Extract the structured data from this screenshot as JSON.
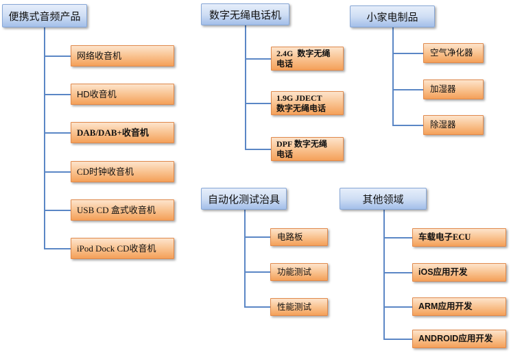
{
  "groups": [
    {
      "title": "便携式音频产品",
      "items": [
        "网络收音机",
        "HD收音机",
        "DAB/DAB+收音机",
        "CD时钟收音机",
        "USB CD 盒式收音机",
        "iPod Dock CD收音机"
      ]
    },
    {
      "title": "数字无绳电话机",
      "items": [
        "2.4G  数字无绳\n电话",
        "1.9G JDECT\n数字无绳电话",
        "DPF 数字无绳\n电话"
      ]
    },
    {
      "title": "小家电制品",
      "items": [
        "空气净化器",
        "加湿器",
        "除湿器"
      ]
    },
    {
      "title": "自动化测试治具",
      "items": [
        "电路板",
        "功能测试",
        "性能测试"
      ]
    },
    {
      "title": "其他领域",
      "items": [
        "车载电子ECU",
        "iOS应用开发",
        "ARM应用开发",
        "ANDROID应用开发"
      ]
    }
  ],
  "colors": {
    "header_top": "#e6eefa",
    "header_bottom": "#a3bfe9",
    "header_border": "#86a6d6",
    "leaf_top": "#fde4cc",
    "leaf_bottom": "#f4a059",
    "leaf_border": "#e0884a",
    "connector": "#5a86c5",
    "text": "#111111"
  }
}
